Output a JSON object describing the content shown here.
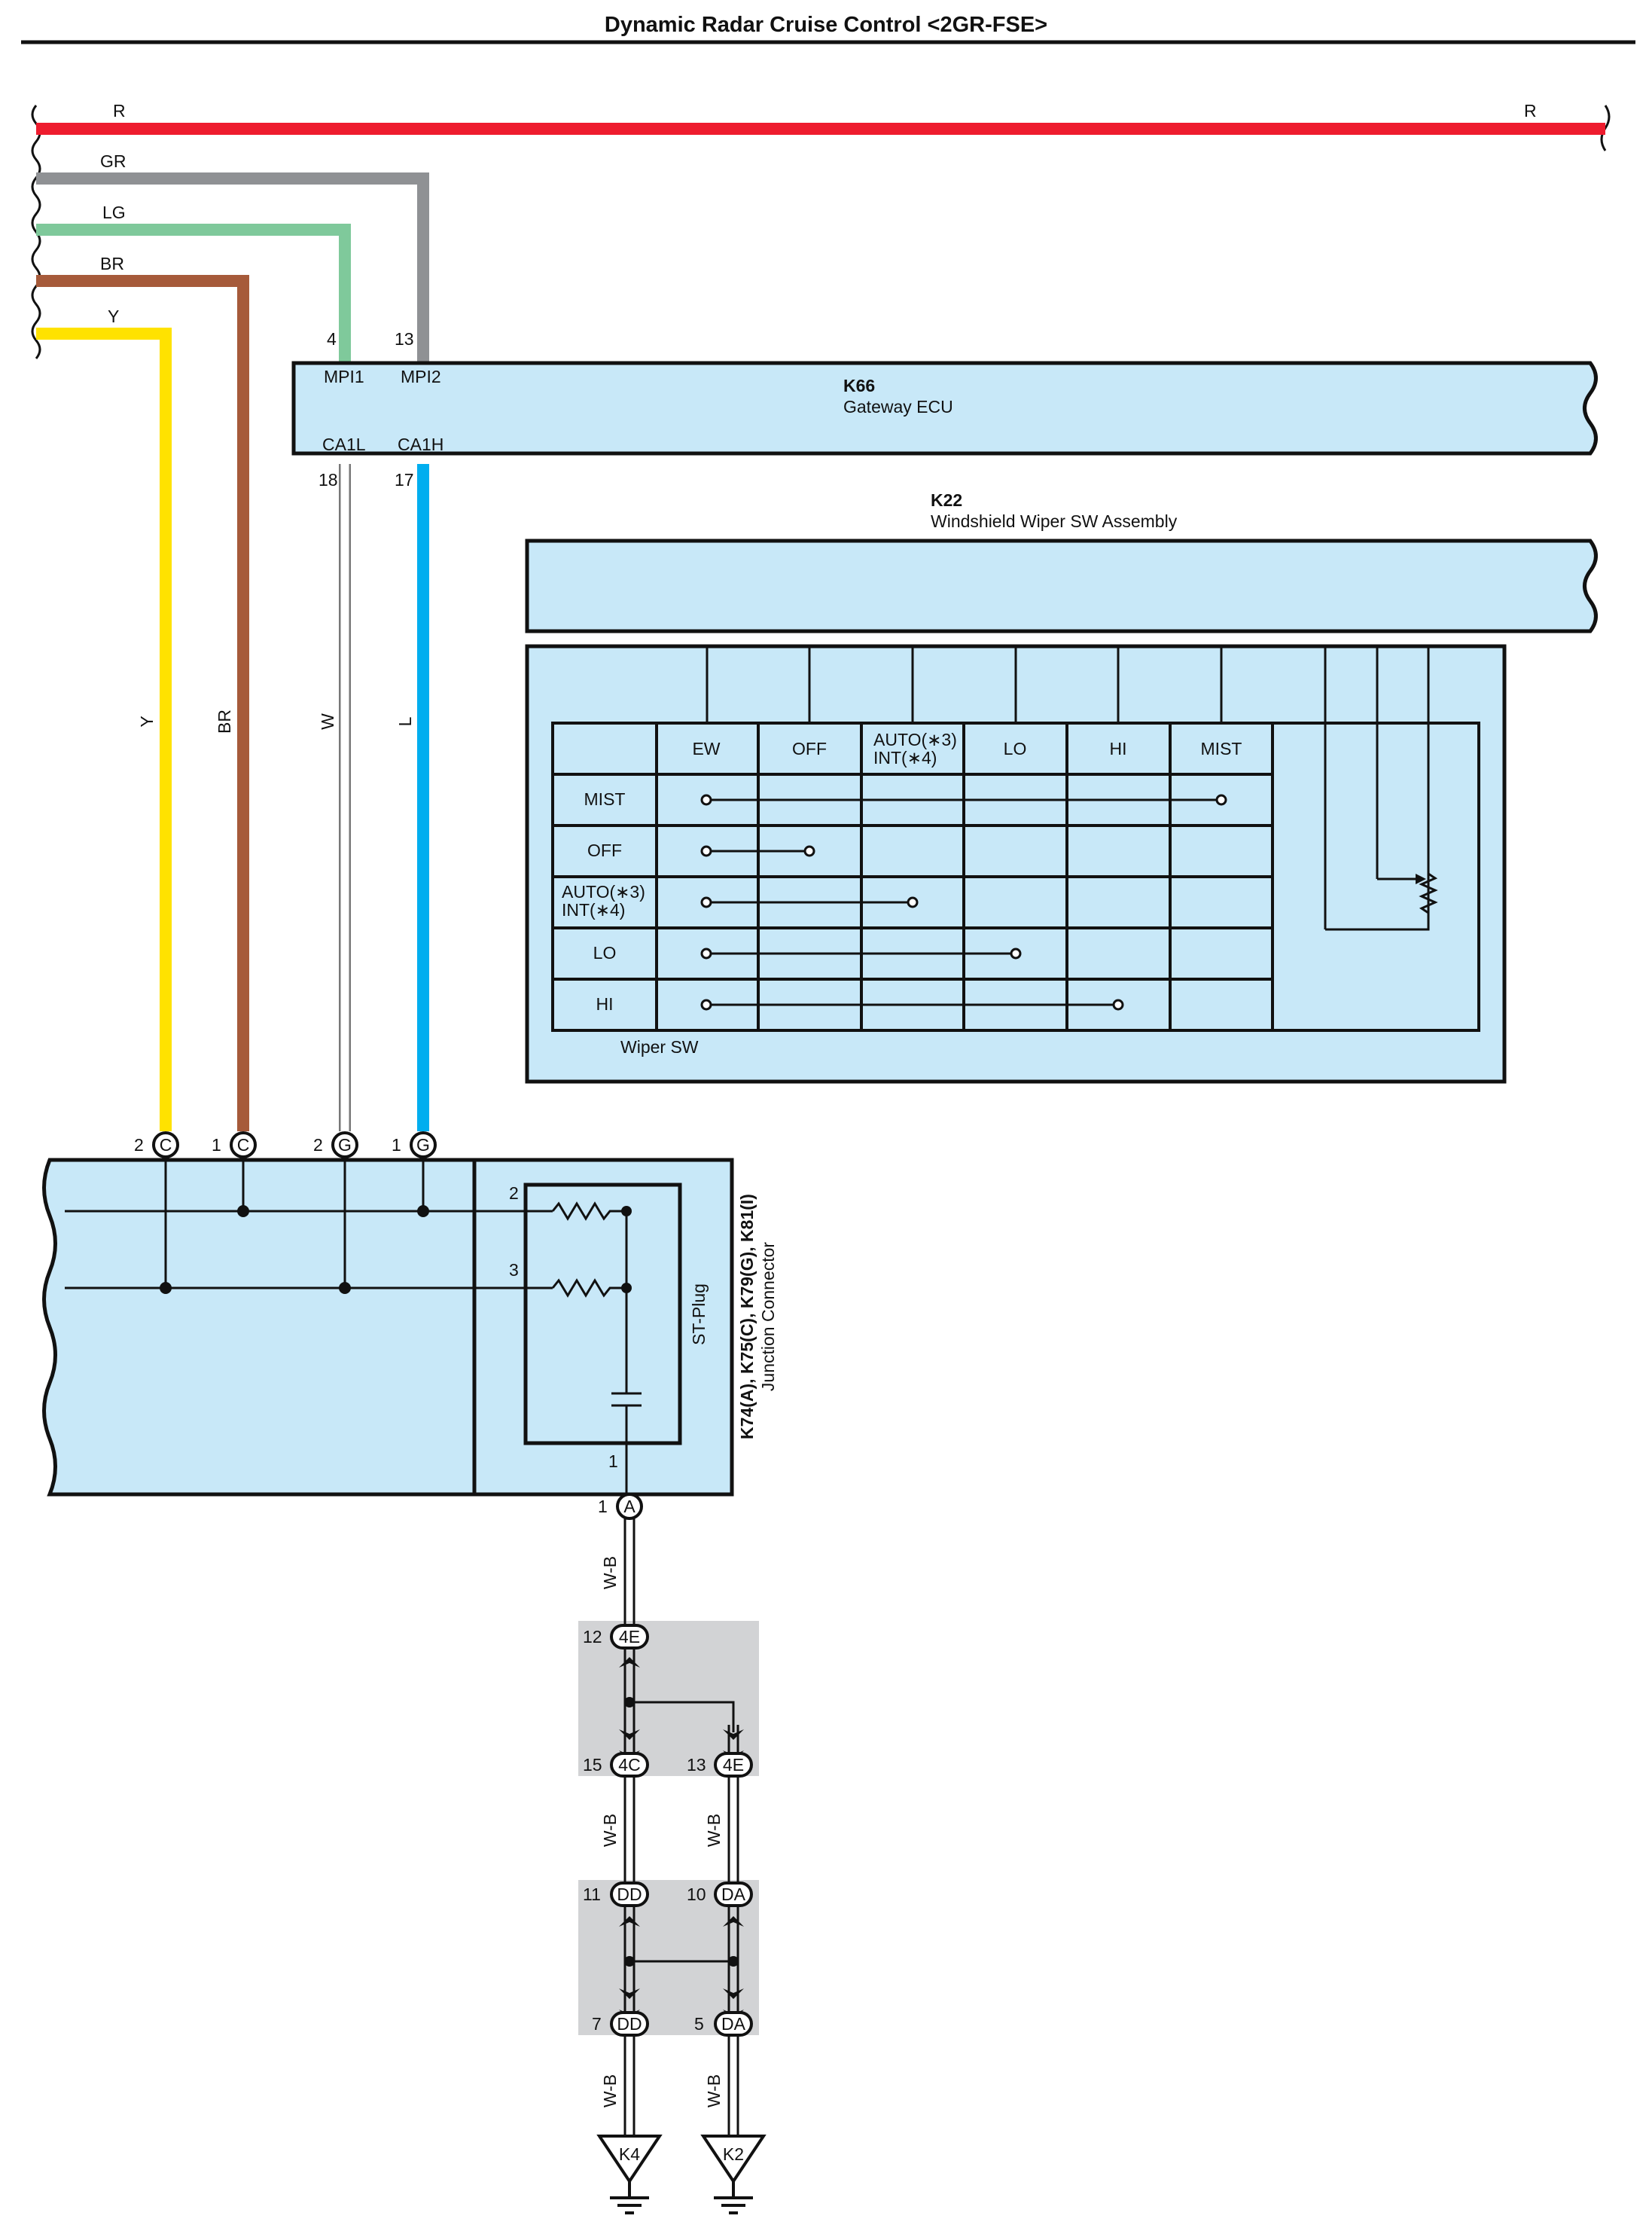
{
  "title": "Dynamic Radar Cruise Control <2GR-FSE>",
  "wires": {
    "R": "R",
    "GR": "GR",
    "LG": "LG",
    "BR": "BR",
    "Y": "Y",
    "W": "W",
    "L": "L",
    "WB": "W-B"
  },
  "colors": {
    "R": "#ee1c2e",
    "GR": "#8f9194",
    "LG": "#7fc99b",
    "BR": "#a65a3a",
    "Y": "#ffe200",
    "L": "#00aeef",
    "W": "#ffffff",
    "box": "#c8e8f8",
    "shade": "#d2d3d5"
  },
  "gateway": {
    "code": "K66",
    "name": "Gateway ECU",
    "pins": {
      "mpi1": "MPI1",
      "mpi2": "MPI2",
      "ca1l": "CA1L",
      "ca1h": "CA1H"
    },
    "pin_nums": {
      "mpi1": "4",
      "mpi2": "13",
      "ca1l": "18",
      "ca1h": "17"
    }
  },
  "wiper": {
    "code": "K22",
    "name": "Windshield Wiper SW Assembly",
    "sw_label": "Wiper SW",
    "col_headers": [
      "EW",
      "OFF",
      "AUTO(∗3)",
      "INT(∗4)",
      "LO",
      "HI",
      "MIST"
    ],
    "row_headers": [
      "MIST",
      "OFF",
      "AUTO(∗3)",
      "INT(∗4)",
      "LO",
      "HI"
    ]
  },
  "junction": {
    "codes": "K74(A), K75(C), K79(G), K81(I)",
    "name": "Junction Connector",
    "plug": "ST-Plug",
    "inner_pins": [
      "2",
      "3",
      "1"
    ]
  },
  "jc_pins": [
    {
      "num": "2",
      "id": "C"
    },
    {
      "num": "1",
      "id": "C"
    },
    {
      "num": "2",
      "id": "G"
    },
    {
      "num": "1",
      "id": "G"
    },
    {
      "num": "1",
      "id": "A"
    }
  ],
  "splices": [
    {
      "num": "12",
      "id": "4E"
    },
    {
      "num": "15",
      "id": "4C"
    },
    {
      "num": "13",
      "id": "4E"
    },
    {
      "num": "11",
      "id": "DD"
    },
    {
      "num": "10",
      "id": "DA"
    },
    {
      "num": "7",
      "id": "DD"
    },
    {
      "num": "5",
      "id": "DA"
    }
  ],
  "grounds": [
    "K4",
    "K2"
  ]
}
